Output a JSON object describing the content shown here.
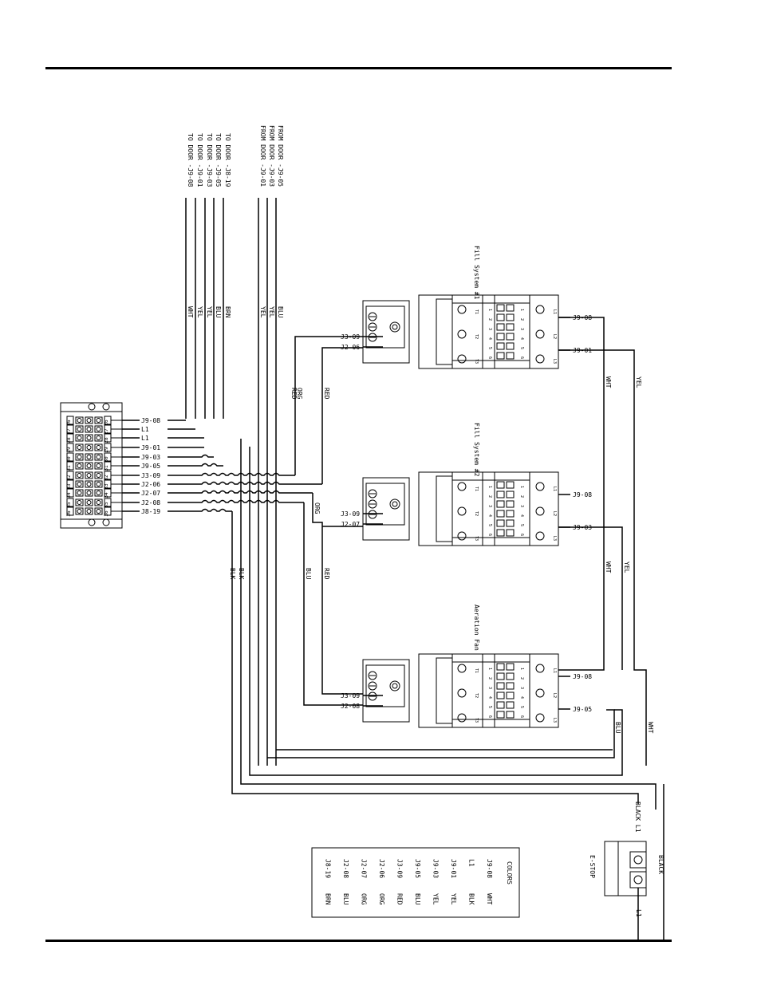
{
  "terminal_strip": {
    "left_numbers": [
      "26",
      "27",
      "28",
      "29",
      "30",
      "31",
      "32",
      "33",
      "34",
      "35",
      "36"
    ],
    "right_numbers": [
      "26",
      "27",
      "28",
      "29",
      "30",
      "31",
      "32",
      "33",
      "34",
      "35",
      "36"
    ],
    "signals": [
      "J9-08",
      "L1",
      "L1",
      "J9-01",
      "J9-03",
      "J9-05",
      "J3-09",
      "J2-06",
      "J2-07",
      "J2-08",
      "J8-19"
    ]
  },
  "header_left_group": {
    "labels": [
      "TO DOOR -J8-19",
      "TO DOOR -J9-05",
      "TO DOOR -J9-03",
      "TO DOOR -J9-01",
      "TO DOOR -J9-08"
    ],
    "colors": [
      "BRN",
      "BLU",
      "YEL",
      "YEL",
      "WHT"
    ]
  },
  "header_right_group": {
    "labels": [
      "FROM DOOR -J9-05",
      "FROM DOOR -J9-03",
      "FROM DOOR -J9-01"
    ],
    "colors": [
      "BLU",
      "YEL",
      "YEL"
    ]
  },
  "contactors": [
    {
      "title": "Fill System #1",
      "top_labels": [
        "J9-08",
        "J9-01"
      ],
      "side_labels": [
        "J3-09",
        "J2-06"
      ],
      "coil_colors": [
        "WHT",
        "YEL"
      ],
      "feed_colors": [
        "ORG",
        "RED",
        "RED"
      ]
    },
    {
      "title": "Fill System #2",
      "top_labels": [
        "J9-08",
        "J9-03"
      ],
      "side_labels": [
        "J3-09",
        "J2-07"
      ],
      "coil_colors": [
        "WHT",
        "YEL"
      ],
      "feed_colors": [
        "ORG",
        "RED"
      ]
    },
    {
      "title": "Aeration Fan",
      "top_labels": [
        "J9-08",
        "J9-05"
      ],
      "side_labels": [
        "J3-09",
        "J2-08"
      ],
      "coil_colors": [
        "BLU",
        "WHT"
      ],
      "feed_colors": [
        "BLU"
      ]
    }
  ],
  "contactor_poles": {
    "t_terms": [
      "T1",
      "T2",
      "T3"
    ],
    "l_terms": [
      "L1",
      "L2",
      "L3"
    ],
    "pin_numbers": [
      "1",
      "2",
      "3",
      "4",
      "5",
      "6"
    ]
  },
  "wire_colors_misc": {
    "blk_a": "BLK",
    "blk_b": "BLK"
  },
  "estop": {
    "title": "E-STOP",
    "black_l1": "BLACK L1",
    "black": "BLACK",
    "l1": "L1"
  },
  "colors_table": {
    "header": "COLORS",
    "rows": [
      [
        "J9-08",
        "WHT"
      ],
      [
        "L1",
        "BLK"
      ],
      [
        "J9-01",
        "YEL"
      ],
      [
        "J9-03",
        "YEL"
      ],
      [
        "J9-05",
        "BLU"
      ],
      [
        "J3-09",
        "RED"
      ],
      [
        "J2-06",
        "ORG"
      ],
      [
        "J2-07",
        "ORG"
      ],
      [
        "J2-08",
        "BLU"
      ],
      [
        "J8-19",
        "BRN"
      ]
    ]
  }
}
